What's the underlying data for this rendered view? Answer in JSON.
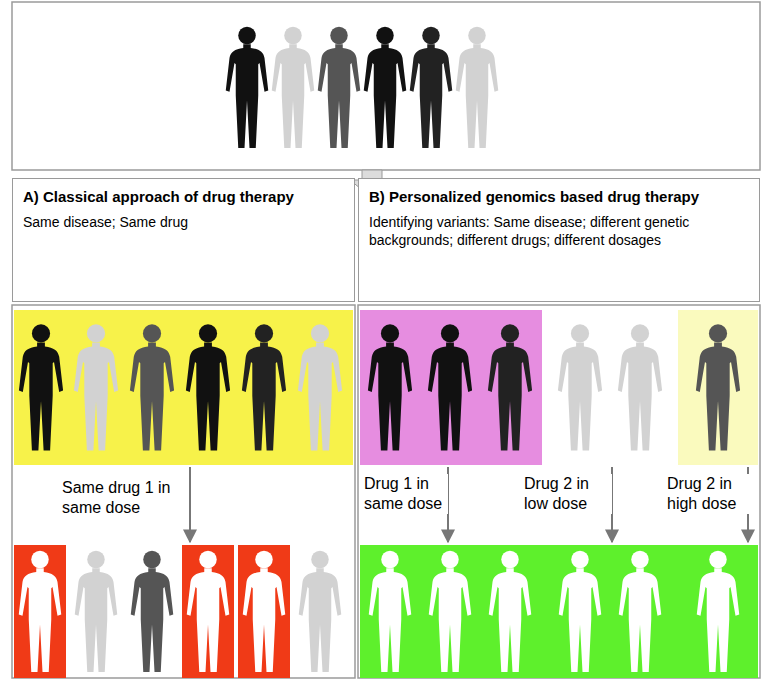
{
  "diagram": {
    "nodes": [
      {
        "text": [
          "A) Classical approach of drug therapy",
          "Same disease; Same drug"
        ]
      },
      {
        "text": [
          "B) Personalized genomics based drug therapy",
          "Identifying variants: Same disease; different genetic backgrounds; different drugs; different dosages"
        ]
      }
    ],
    "labels": [
      "Same drug 1 in same dose",
      "Drug 1 in same dose",
      "Drug 2 in low dose",
      "Drug 2 in high dose"
    ]
  }
}
